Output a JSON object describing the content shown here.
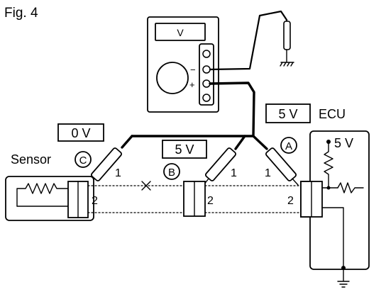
{
  "figure": {
    "label": "Fig. 4"
  },
  "meter": {
    "display": "V",
    "terminal_minus": "−",
    "terminal_plus": "+"
  },
  "readings": {
    "ecu_line": "5 V",
    "connector_b": "5 V",
    "sensor_c": "0 V"
  },
  "ecu": {
    "label": "ECU",
    "supply": "5 V"
  },
  "sensor": {
    "label": "Sensor"
  },
  "points": {
    "a": "A",
    "b": "B",
    "c": "C"
  },
  "pins": {
    "sensor_probe": "1",
    "sensor_side": "2",
    "b_probe": "1",
    "b_side": "2",
    "a_probe": "1",
    "a_side": "2"
  }
}
